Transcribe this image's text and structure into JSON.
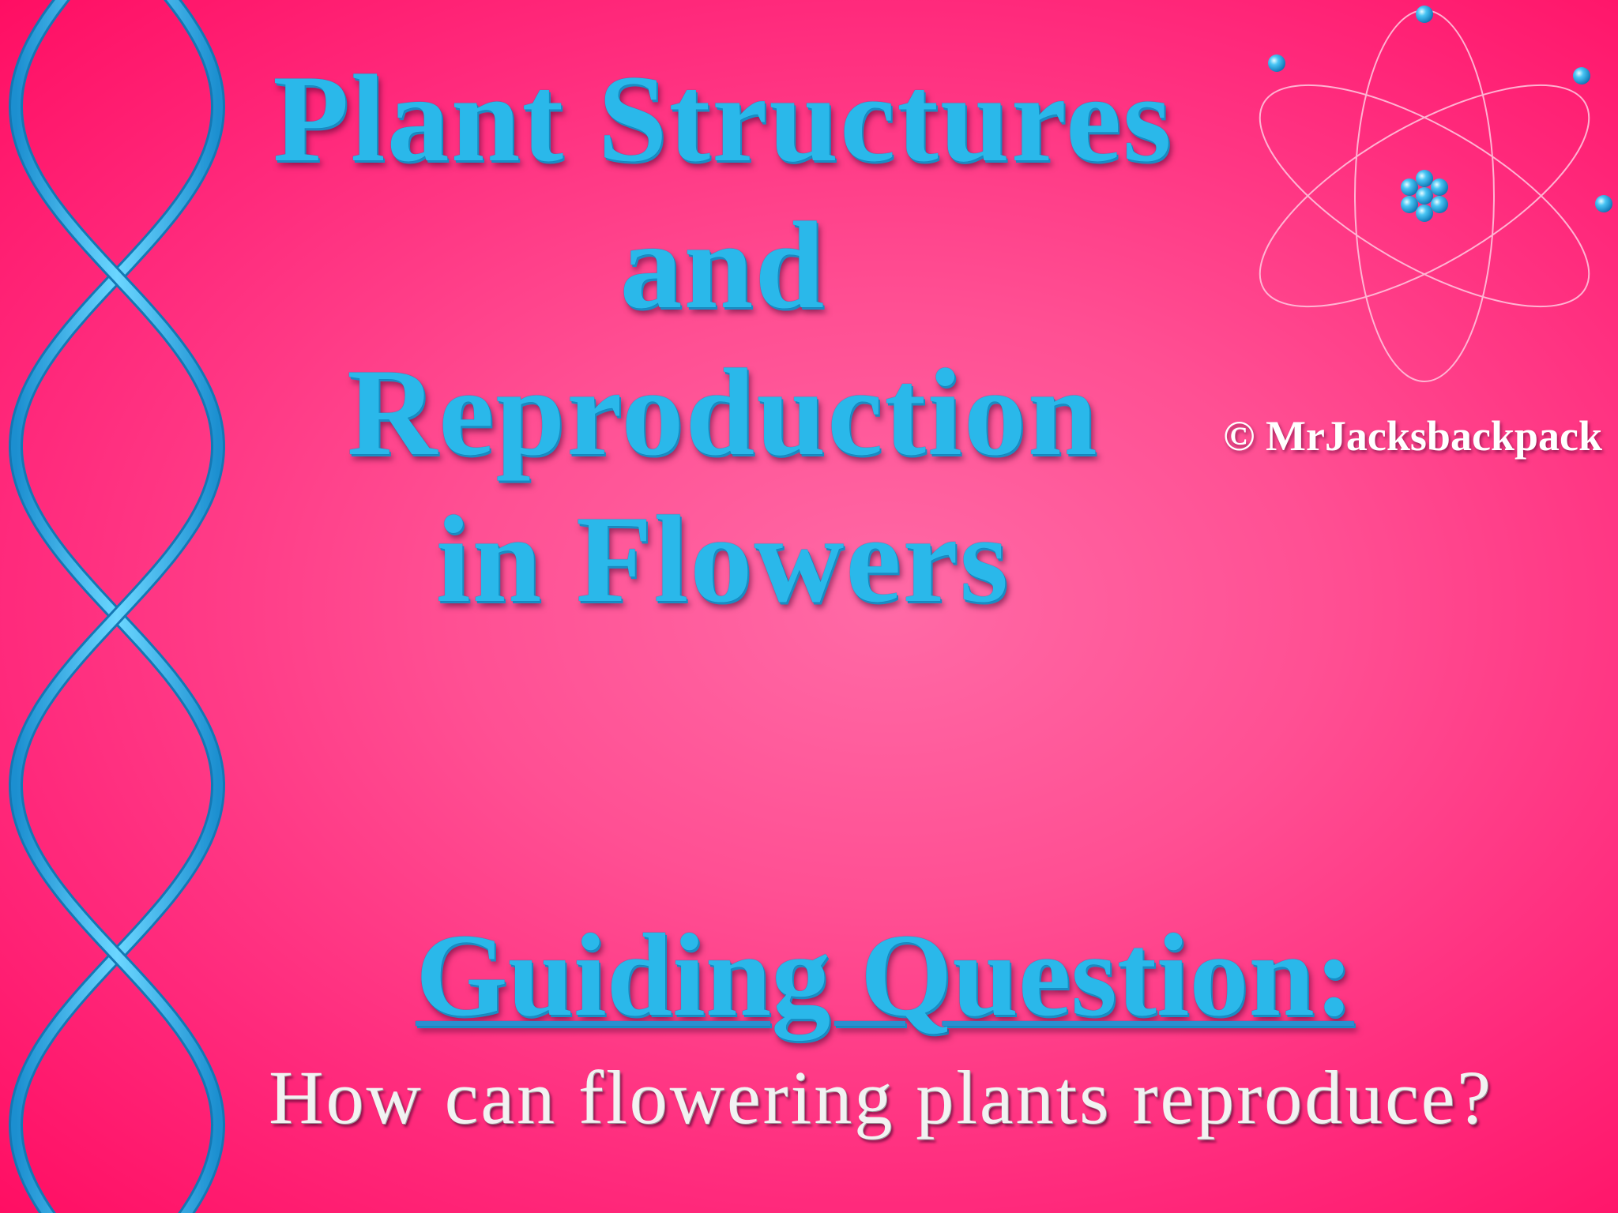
{
  "slide": {
    "title_lines": [
      "Plant Structures",
      "and",
      "Reproduction",
      "in Flowers"
    ],
    "copyright": "© MrJacksbackpack",
    "guiding_question_heading": "Guiding Question:",
    "guiding_question": "How can flowering plants reproduce?"
  },
  "colors": {
    "background_center": "#ff6aa6",
    "background_edge": "#ff0e63",
    "title_text": "#2ab8ea",
    "question_text": "#f2f2f2",
    "dna_strand": "#2fb4ea",
    "atom_orbit": "#ffc2dc",
    "atom_particle": "#1aa7e6"
  },
  "graphics": {
    "left_decoration": "dna-double-helix-icon",
    "top_right_decoration": "atom-icon"
  }
}
